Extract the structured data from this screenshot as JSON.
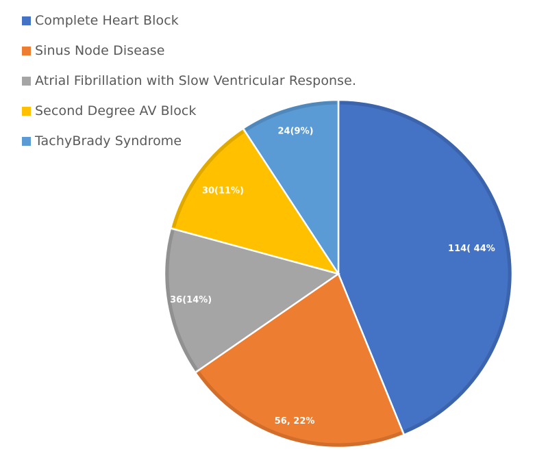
{
  "chart_data": {
    "type": "pie",
    "title": "",
    "legend_position": "top-left",
    "start_angle": "12 o'clock, clockwise",
    "categories": [
      "Complete Heart Block",
      "Sinus Node Disease",
      "Atrial Fibrillation with Slow Ventricular Response.",
      "Second Degree AV Block",
      "TachyBrady Syndrome"
    ],
    "values": [
      114,
      56,
      36,
      30,
      24
    ],
    "percentages": [
      44,
      22,
      14,
      11,
      9
    ],
    "data_labels": [
      "114( 44%",
      "56, 22%",
      "36(14%)",
      "30(11%)",
      "24(9%)"
    ],
    "colors": [
      "#4472c4",
      "#ed7d31",
      "#a5a5a5",
      "#ffc000",
      "#5b9bd5"
    ]
  },
  "legend": {
    "items": [
      {
        "label": "Complete Heart Block",
        "color": "#4472c4"
      },
      {
        "label": "Sinus Node Disease",
        "color": "#ed7d31"
      },
      {
        "label": "Atrial Fibrillation with Slow Ventricular Response.",
        "color": "#a5a5a5"
      },
      {
        "label": "Second Degree AV Block",
        "color": "#ffc000"
      },
      {
        "label": "TachyBrady Syndrome",
        "color": "#5b9bd5"
      }
    ]
  }
}
